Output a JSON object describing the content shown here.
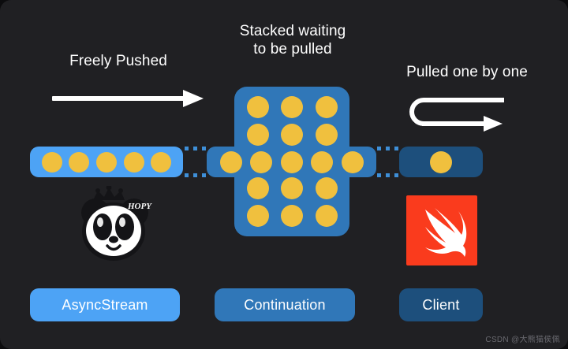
{
  "diagram": {
    "title": "AsyncStream Continuation pipeline",
    "background_color": "#202023",
    "captions": {
      "left": "Freely Pushed",
      "center": "Stacked waiting\nto be pulled",
      "right": "Pulled one by one"
    },
    "arrows": [
      {
        "name": "freely-pushed-arrow",
        "direction": "right",
        "style": "straight"
      },
      {
        "name": "pulled-one-by-one-arrow",
        "direction": "right",
        "style": "u-turn"
      }
    ],
    "pipeline": {
      "producer": {
        "name": "async-stream-buffer",
        "color": "#4da3f5",
        "element_count": 5,
        "element_color": "#f0c03e"
      },
      "stack": {
        "name": "continuation-stack",
        "color": "#3077b8",
        "rows": 5,
        "columns": 3,
        "element_color": "#f0c03e"
      },
      "channel": {
        "name": "continuation-channel",
        "color": "#3077b8",
        "element_count": 5,
        "element_color": "#f0c03e"
      },
      "consumer": {
        "name": "client-slot",
        "color": "#1d4f7c",
        "element_count": 1,
        "element_color": "#f0c03e"
      },
      "connectors": {
        "name": "dotted-connector",
        "color": "#3e8fd8",
        "count": 2
      }
    },
    "logos": {
      "panda": {
        "name": "panda-logo",
        "badge_text": "HOPY"
      },
      "swift": {
        "name": "swift-logo",
        "background_color": "#fa3b1d"
      }
    },
    "labels": {
      "asyncstream": "AsyncStream",
      "continuation": "Continuation",
      "client": "Client"
    },
    "watermark": "CSDN @大熊猫侯佩"
  }
}
